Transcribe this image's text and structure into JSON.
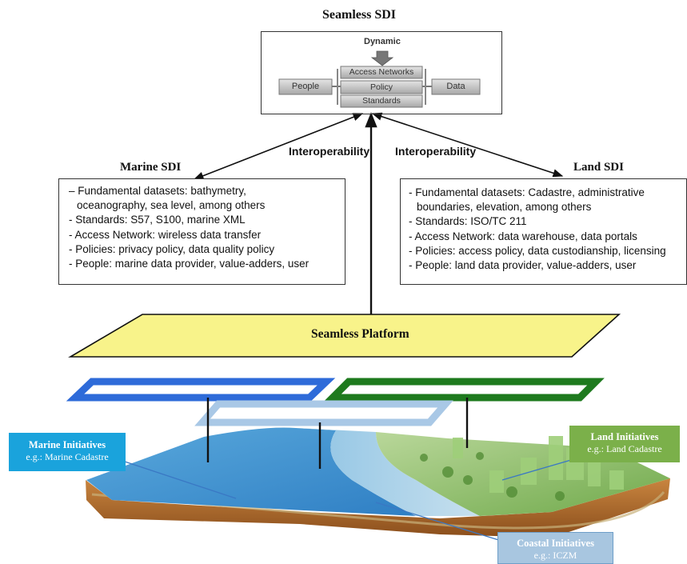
{
  "seamless_sdi": {
    "title": "Seamless SDI",
    "dynamic_label": "Dynamic",
    "components": {
      "people": "People",
      "data": "Data",
      "access_networks": "Access Networks",
      "policy": "Policy",
      "standards": "Standards"
    }
  },
  "interoperability_left": "Interoperability",
  "interoperability_right": "Interoperability",
  "marine_sdi": {
    "title": "Marine SDI",
    "items": [
      "– Fundamental datasets: bathymetry,",
      "  oceanography, sea level, among others",
      "- Standards: S57, S100, marine XML",
      "- Access Network: wireless data transfer",
      "- Policies: privacy policy, data quality policy",
      "- People: marine data provider, value-adders, user"
    ]
  },
  "land_sdi": {
    "title": "Land SDI",
    "items": [
      "- Fundamental datasets: Cadastre, administrative",
      "  boundaries, elevation, among others",
      "- Standards: ISO/TC 211",
      "- Access Network: data warehouse, data portals",
      "- Policies: access policy, data custodianship, licensing",
      "- People: land data provider, value-adders, user"
    ]
  },
  "platform": {
    "label": "Seamless Platform"
  },
  "initiatives": {
    "marine": {
      "title": "Marine Initiatives",
      "example": "e.g.: Marine Cadastre"
    },
    "land": {
      "title": "Land Initiatives",
      "example": "e.g.: Land Cadastre"
    },
    "coastal": {
      "title": "Coastal Initiatives",
      "example": "e.g.: ICZM"
    }
  },
  "colors": {
    "marine_blue": "#2e6bd9",
    "coastal_light_blue": "#a9c8e6",
    "land_green": "#1e7a1e",
    "platform_yellow": "#f8f38a",
    "marine_callout": "#1aa3dc",
    "land_callout": "#7bb04a",
    "coastal_callout": "#a8c6e0"
  }
}
